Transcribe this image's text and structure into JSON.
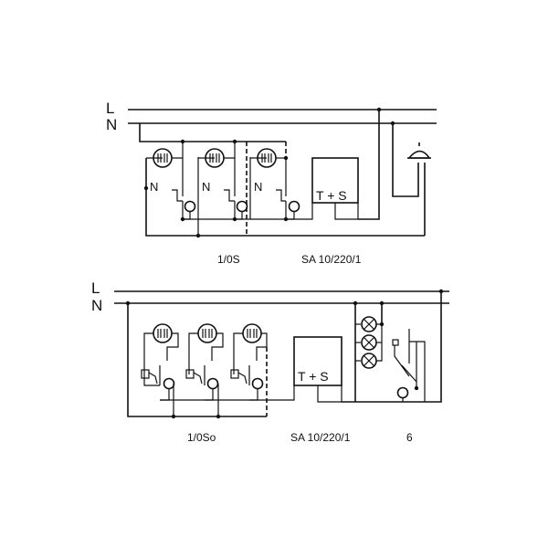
{
  "top_diagram": {
    "rail_labels": [
      "L",
      "N"
    ],
    "switch_labels": [
      "N",
      "N",
      "N"
    ],
    "controller_label": "T + S",
    "captions": {
      "switch_type": "1/0S",
      "controller_type": "SA 10/220/1"
    }
  },
  "bottom_diagram": {
    "rail_labels": [
      "L",
      "N"
    ],
    "controller_label": "T + S",
    "captions": {
      "switch_type": "1/0So",
      "controller_type": "SA 10/220/1",
      "relay_type": "6"
    }
  }
}
